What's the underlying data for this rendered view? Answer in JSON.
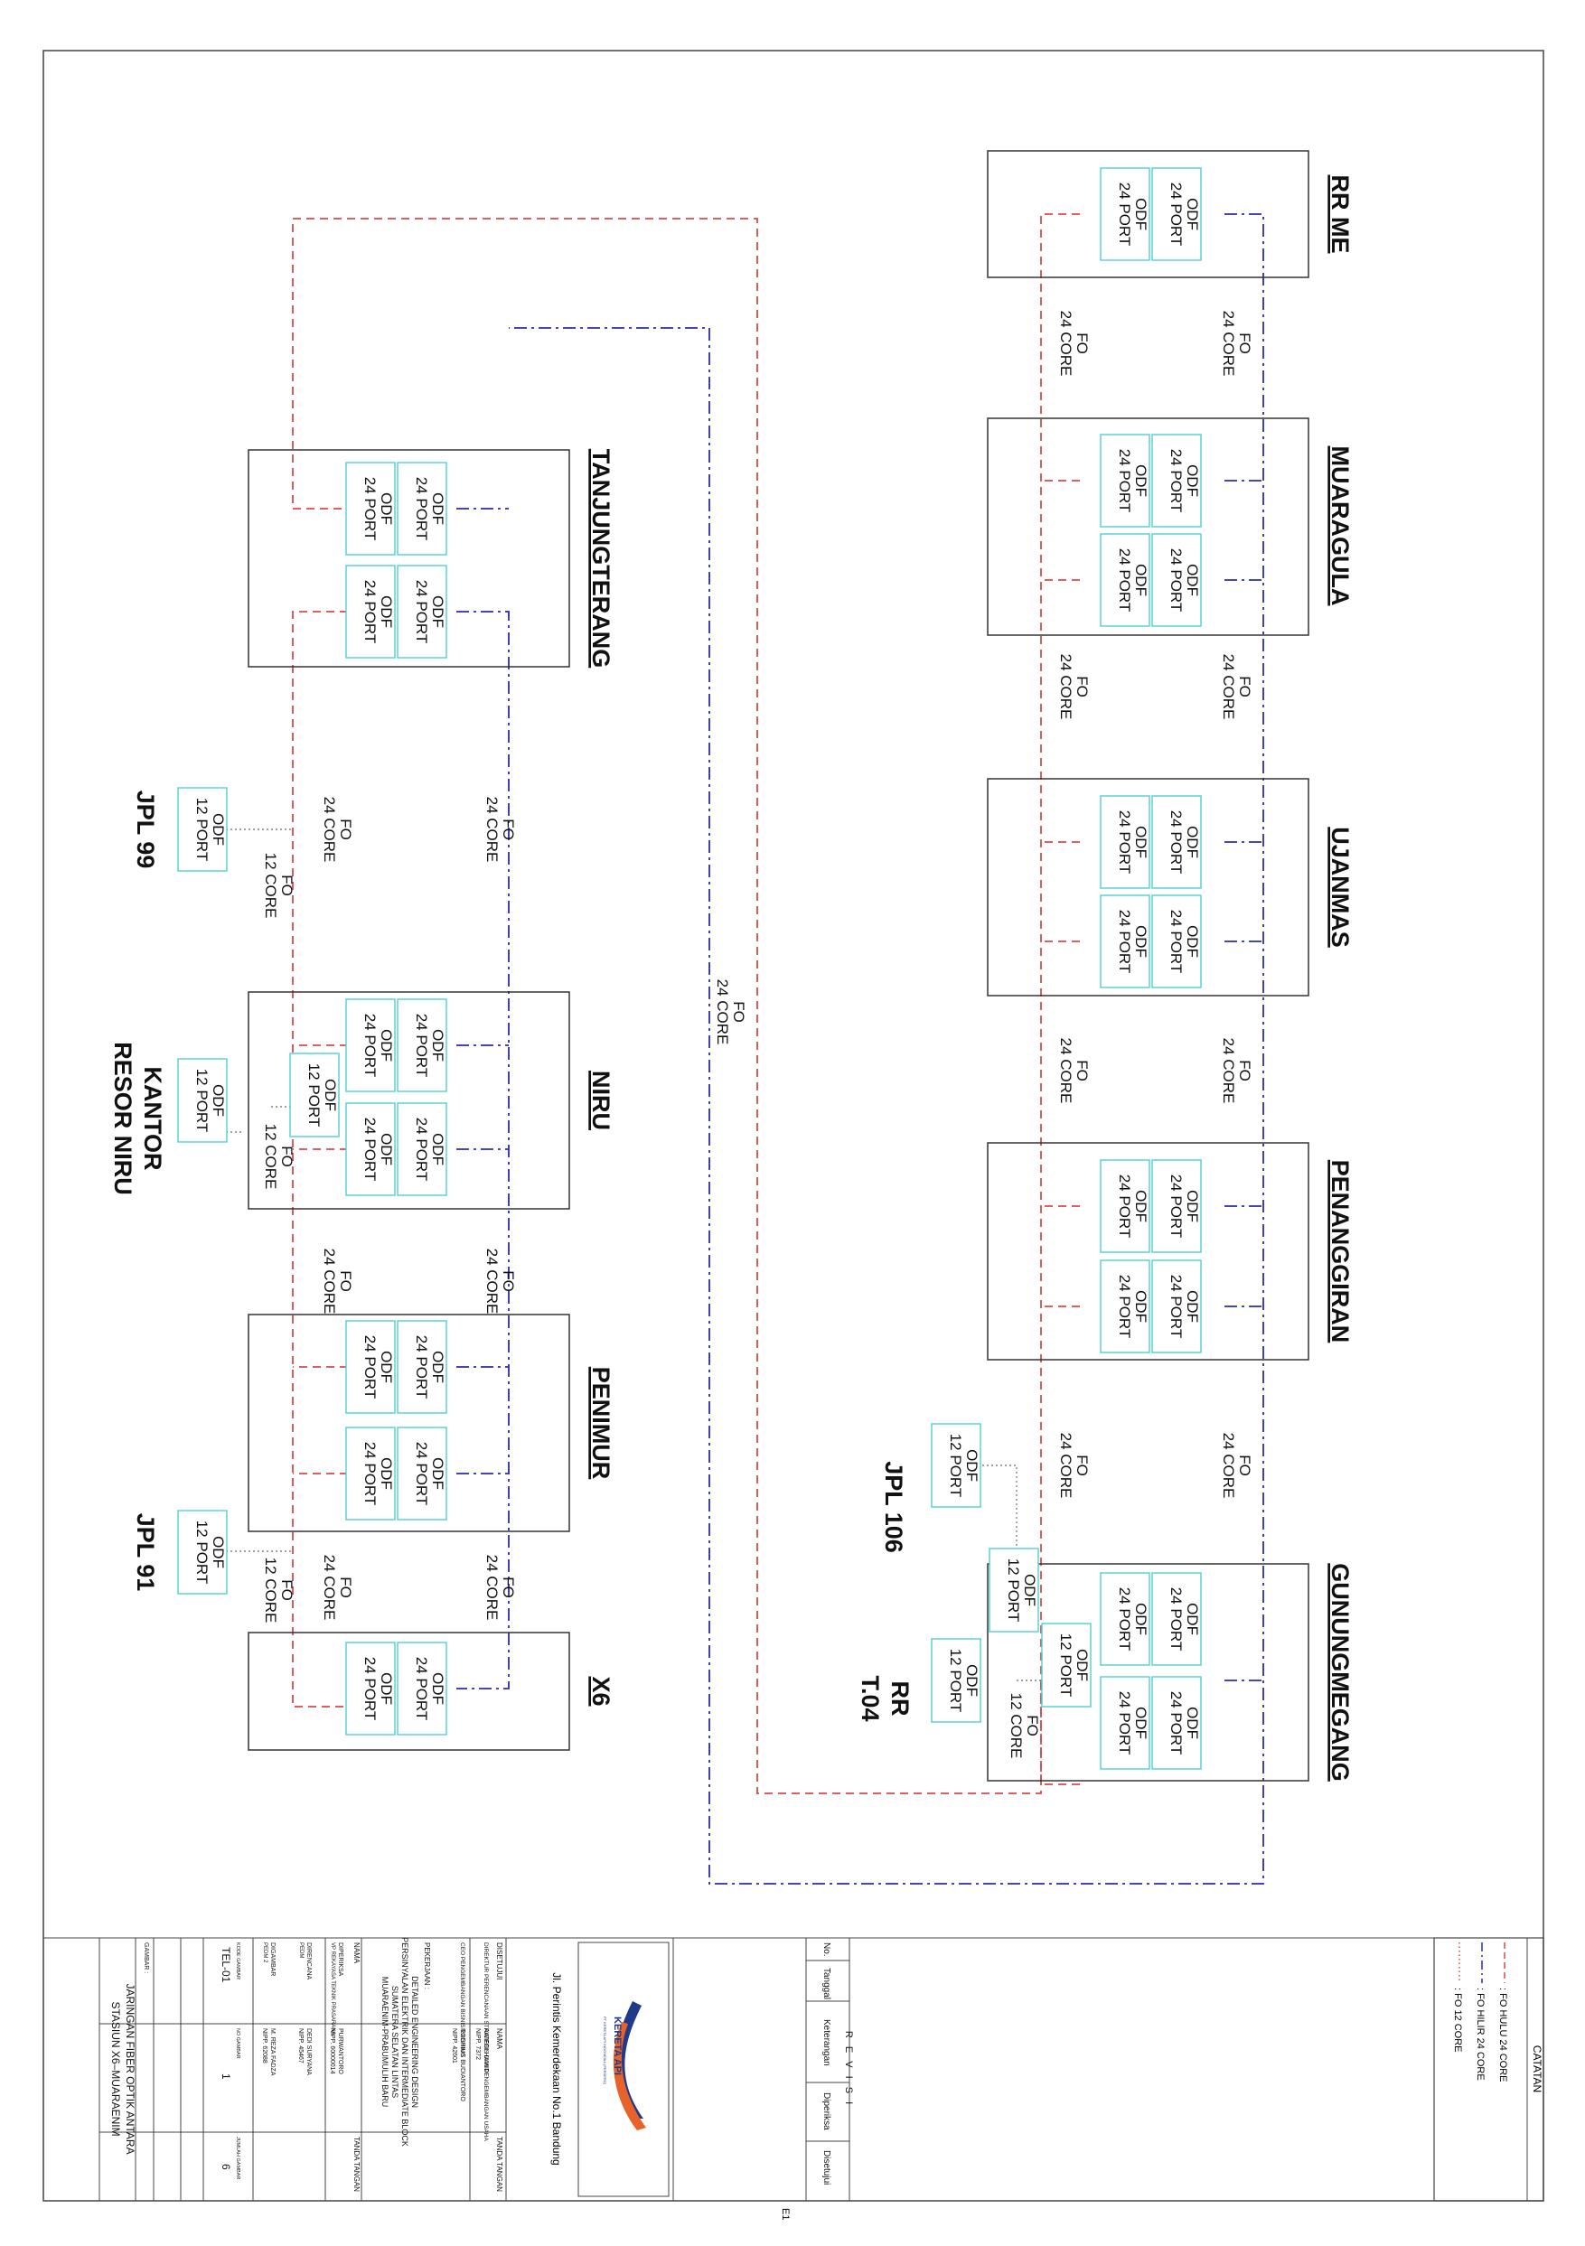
{
  "stations": [
    {
      "id": "rrme",
      "name": "RR ME"
    },
    {
      "id": "muaragula",
      "name": "MUARAGULA"
    },
    {
      "id": "ujanmas",
      "name": "UJANMAS"
    },
    {
      "id": "penanggiran",
      "name": "PENANGGIRAN"
    },
    {
      "id": "gunungmegang",
      "name": "GUNUNGMEGANG"
    },
    {
      "id": "tanjungterang",
      "name": "TANJUNGTERANG"
    },
    {
      "id": "niru",
      "name": "NIRU"
    },
    {
      "id": "penimur",
      "name": "PENIMUR"
    },
    {
      "id": "x6",
      "name": "X6"
    }
  ],
  "outside_labels": {
    "jpl106": "JPL 106",
    "rr_t04": [
      "RR",
      "T.04"
    ],
    "jpl99": "JPL 99",
    "kantor": [
      "KANTOR",
      "RESOR NIRU"
    ],
    "jpl91": "JPL 91"
  },
  "odf": {
    "label": "ODF",
    "port24": "24 PORT",
    "port12": "12 PORT"
  },
  "fo": {
    "prefix": "FO",
    "core24": "24 CORE",
    "core12": "12 CORE"
  },
  "colors": {
    "hulu": "#2b2bb0",
    "hilir": "#d84a4a",
    "fo12": "#808080",
    "odf_border": "#4fd0d0"
  },
  "legend": {
    "title": "CATATAN",
    "items": [
      {
        "label": ": FO HULU 24 CORE",
        "color": "#d84a4a"
      },
      {
        "label": ": FO HILIR 24 CORE",
        "color": "#2b2bb0"
      },
      {
        "label": ": FO 12 CORE",
        "color": "#d84a4a"
      }
    ]
  },
  "revisi": {
    "title": "R E V I S I",
    "cols": [
      "No.",
      "Tanggal",
      "Keterangan",
      "Diperiksa",
      "Disetujui"
    ]
  },
  "titleblock": {
    "address": "Jl. Perintis Kemerdekaan No.1 Bandung",
    "logo_text": "KERETA API",
    "logo_sub": "PT KERETA API INDONESIA (PERSERO)",
    "col_headers": {
      "disetujui": "DISETUJUI",
      "nama": "NAMA",
      "tanda": "TANDA TANGAN"
    },
    "approvals": [
      {
        "role": "DIREKTUR PERENCANAAN STRATEGIS DAN PENGEMBANGAN USAHA",
        "name": "AWIEDI HAMIDI",
        "nip": "NIPP. 7372"
      },
      {
        "role": "CEO PENGEMBANGAN BISNIS EXISTING",
        "name": "RODHIUS BUDIANTORO",
        "nip": "NIPP. 42601"
      }
    ],
    "pekerjaan_label": "PEKERJAAN :",
    "pekerjaan": [
      "DETAILED ENGINEERING DESIGN",
      "PERSINYALAN ELEKTRIK DAN INTERMEDIATE BLOCK",
      "SUMATERA SELATAN LINTAS",
      "MUARAENIM-PRABUMULIH BARU"
    ],
    "staff": [
      {
        "role": "DIPERIKSA",
        "sub": "VP REKAYASA TEKNIK PRASARANA",
        "name": "PURWANTORO",
        "nip": "NIPP. 60000014"
      },
      {
        "role": "DIRENCANA",
        "sub": "PEDM",
        "name": "DEDI SURYANA",
        "nip": "NIPP. 45467"
      },
      {
        "role": "DIGAMBAR",
        "sub": "PEDM 2",
        "name": "M. REZA FADZA",
        "nip": "NIPP. 62088"
      }
    ],
    "kode_label": "KODE GAMBAR",
    "no_label": "NO GAMBAR",
    "jumlah_label": "JUMLAH GAMBAR",
    "kode": "TEL-01",
    "no": "1",
    "jumlah": "6",
    "gambar_label": "GAMBAR :",
    "gambar": [
      "JARINGAN FIBER OPTIK ANTARA",
      "STASIUN X6–MUARAENIM"
    ],
    "sheet_mark": "E1"
  }
}
